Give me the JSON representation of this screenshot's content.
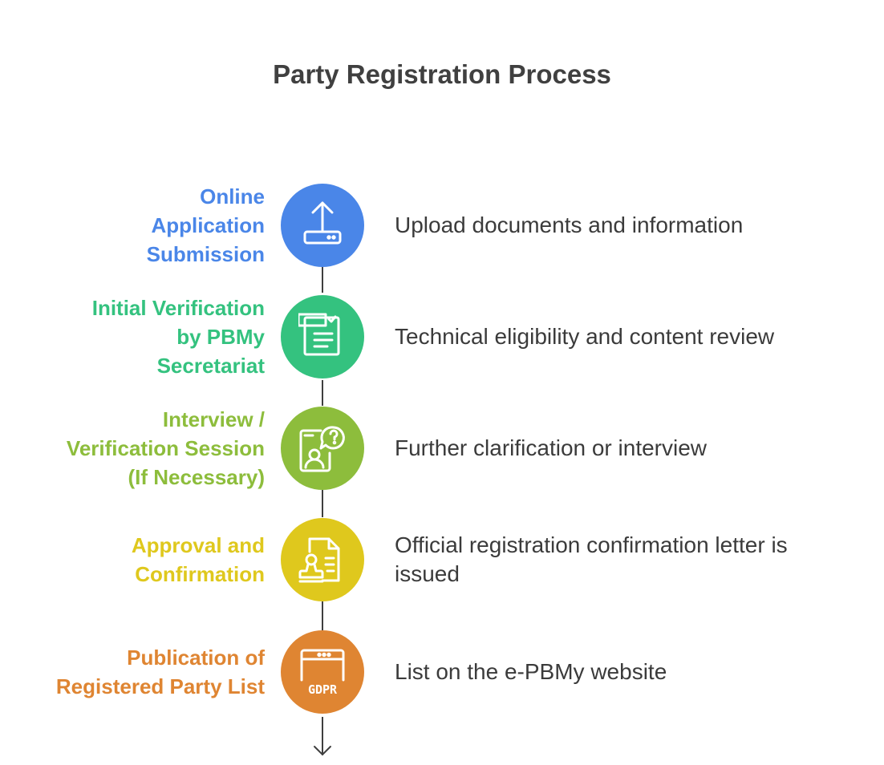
{
  "title": "Party Registration Process",
  "steps": [
    {
      "label": "Online\nApplication\nSubmission",
      "description": "Upload documents and information",
      "color": "#4a86e8",
      "icon": "upload-icon"
    },
    {
      "label": "Initial Verification\nby PBMy\nSecretariat",
      "description": "Technical eligibility and content review",
      "color": "#34c27f",
      "icon": "document-check-icon"
    },
    {
      "label": "Interview /\nVerification Session\n(If Necessary)",
      "description": "Further clarification or interview",
      "color": "#8dbd3c",
      "icon": "phone-question-icon"
    },
    {
      "label": "Approval and\nConfirmation",
      "description": "Official registration confirmation letter is issued",
      "color": "#dfc81d",
      "icon": "stamp-document-icon"
    },
    {
      "label": "Publication of\nRegistered Party List",
      "description": "List on the e-PBMy website",
      "color": "#df8532",
      "icon": "gdpr-window-icon"
    }
  ],
  "icon_text": {
    "gdpr": "GDPR"
  }
}
